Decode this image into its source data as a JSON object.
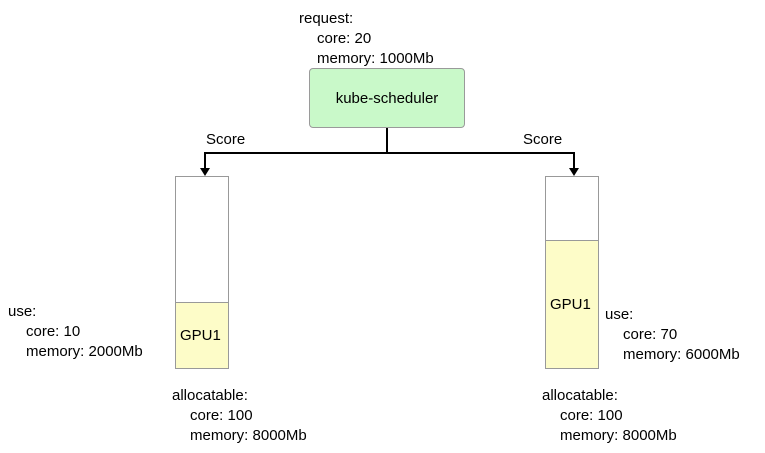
{
  "request": {
    "title": "request:",
    "lines": [
      "core: 20",
      "memory: 1000Mb"
    ]
  },
  "scheduler": {
    "label": "kube-scheduler"
  },
  "edges": {
    "left_label": "Score",
    "right_label": "Score"
  },
  "nodes": [
    {
      "gpu_label": "GPU1",
      "use": {
        "title": "use:",
        "lines": [
          "core: 10",
          "memory: 2000Mb"
        ]
      },
      "allocatable": {
        "title": "allocatable:",
        "lines": [
          "core: 100",
          "memory: 8000Mb"
        ]
      }
    },
    {
      "gpu_label": "GPU1",
      "use": {
        "title": "use:",
        "lines": [
          "core: 70",
          "memory: 6000Mb"
        ]
      },
      "allocatable": {
        "title": "allocatable:",
        "lines": [
          "core: 100",
          "memory: 8000Mb"
        ]
      }
    }
  ],
  "colors": {
    "scheduler_fill": "#c9f9c9",
    "gpu_fill": "#fdfcc8",
    "box_border": "#999999",
    "line": "#000000",
    "text": "#000000"
  }
}
